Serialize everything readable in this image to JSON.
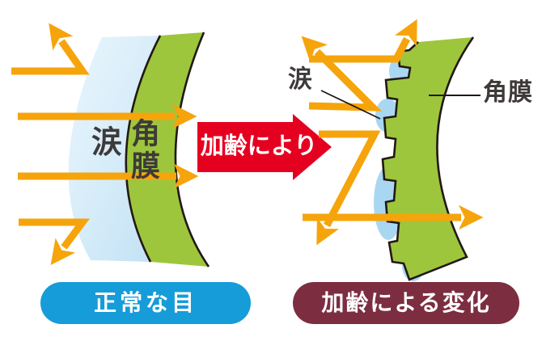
{
  "colors": {
    "arrow_orange": "#f6a40c",
    "cornea_green": "#9dc63d",
    "tear_film_blue": "#cfe8f8",
    "tear_blob_blue": "#a9d7f1",
    "outline_dark": "#231815",
    "transition_red": "#e50020",
    "pill_normal_blue": "#169cd8",
    "pill_aged_maroon": "#7c2e40",
    "label_dark": "#3e3a39"
  },
  "left_panel": {
    "tear_label": "涙",
    "cornea_label": "角膜",
    "caption": "正常な目"
  },
  "transition": {
    "label": "加齢により"
  },
  "right_panel": {
    "tear_label": "涙",
    "cornea_label": "角膜",
    "caption": "加齢による変化"
  }
}
